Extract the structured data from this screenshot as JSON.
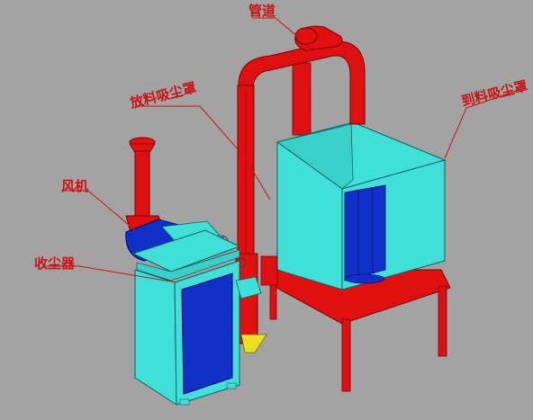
{
  "labels": {
    "pipe": "管道",
    "discharge_hood": "放料吸尘罩",
    "receiving_hood": "到料吸尘罩",
    "fan": "风机",
    "collector": "收尘器"
  },
  "colors": {
    "background": "#a3a3a3",
    "pipe_red": "#e01010",
    "cyan": "#40e0d8",
    "blue": "#1030c8",
    "label_red": "#cc1111",
    "yellow": "#e8e020"
  }
}
